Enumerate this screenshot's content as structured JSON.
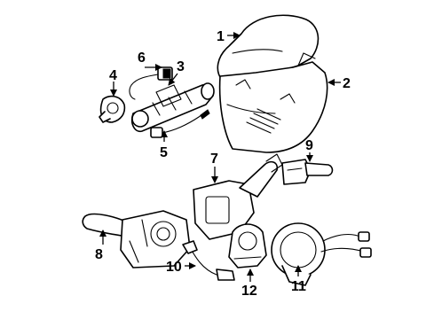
{
  "diagram": {
    "callouts": {
      "c1": "1",
      "c2": "2",
      "c3": "3",
      "c4": "4",
      "c5": "5",
      "c6": "6",
      "c7": "7",
      "c8": "8",
      "c9": "9",
      "c10": "10",
      "c11": "11",
      "c12": "12"
    }
  }
}
